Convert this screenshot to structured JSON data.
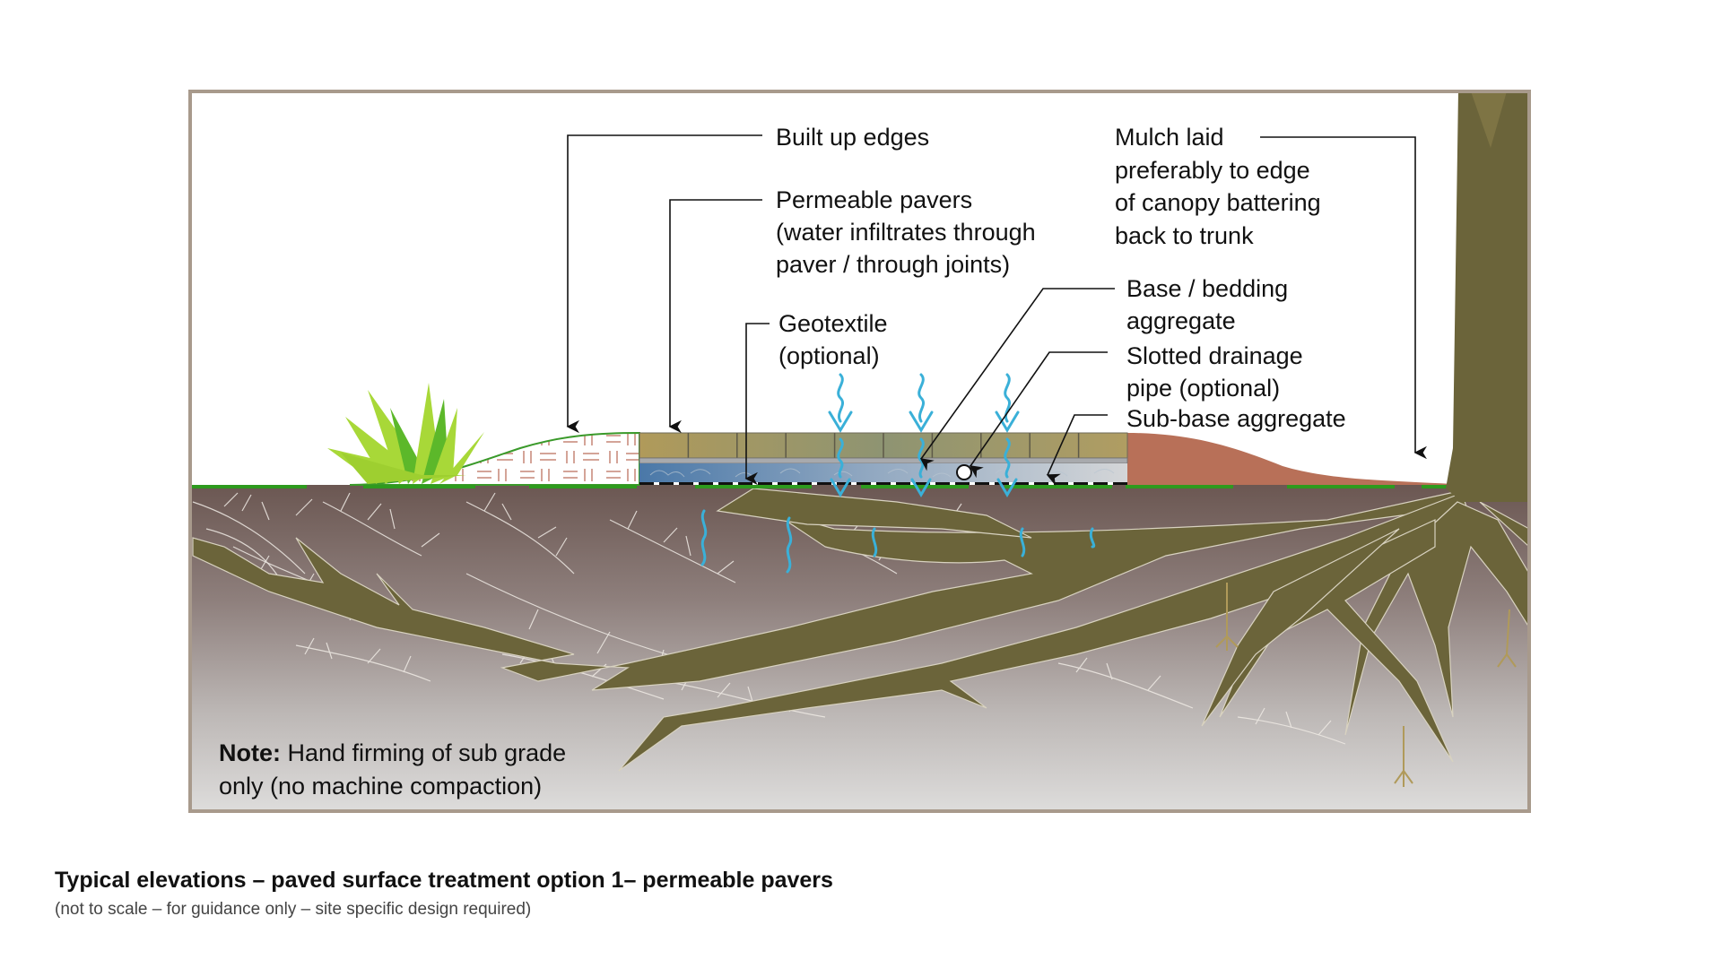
{
  "diagram": {
    "labels": {
      "built_up_edges": "Built up edges",
      "permeable_pavers": [
        "Permeable pavers",
        "(water infiltrates through",
        "paver / through joints)"
      ],
      "geotextile": [
        "Geotextile",
        "(optional)"
      ],
      "mulch": [
        "Mulch laid",
        "preferably to edge",
        "of canopy battering",
        "back to trunk"
      ],
      "base_bedding": [
        "Base / bedding",
        "aggregate"
      ],
      "slotted_pipe": [
        "Slotted drainage",
        "pipe (optional)"
      ],
      "sub_base": "Sub-base aggregate"
    },
    "note": {
      "prefix": "Note:",
      "line1": " Hand firming of sub grade",
      "line2": "only (no machine compaction)"
    },
    "layers": [
      "Built up edges",
      "Permeable pavers",
      "Base / bedding aggregate",
      "Sub-base aggregate",
      "Geotextile",
      "Slotted drainage pipe",
      "Mulch",
      "Tree trunk",
      "Roots",
      "Sub grade soil"
    ],
    "colors": {
      "frame": "#a89a8c",
      "paver": "#a09a6a",
      "bedding": "#a8aaad",
      "sub_base_dark": "#4a78a8",
      "sub_base_light": "#cfd2d6",
      "mulch": "#b87058",
      "trunk": "#6b643a",
      "soil_top": "#6e5a55",
      "soil_bottom": "#dcdcdc",
      "grass_light": "#a8d838",
      "grass_dark": "#5cb82a",
      "ground_strip": "#2e9a1e",
      "water": "#3ab0d8"
    }
  },
  "caption": {
    "title": "Typical elevations – paved surface treatment option 1– permeable pavers",
    "subtitle": "(not to scale – for guidance only – site specific design required)"
  }
}
